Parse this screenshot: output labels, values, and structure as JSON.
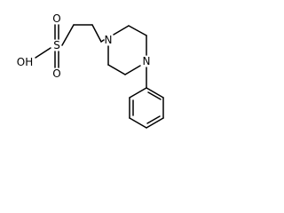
{
  "molecule": {
    "atoms": {
      "sulfur": "S",
      "oxygen_top": "O",
      "oxygen_bottom": "O",
      "hydroxyl": "OH",
      "nitrogen_1": "N",
      "nitrogen_4": "N"
    }
  }
}
